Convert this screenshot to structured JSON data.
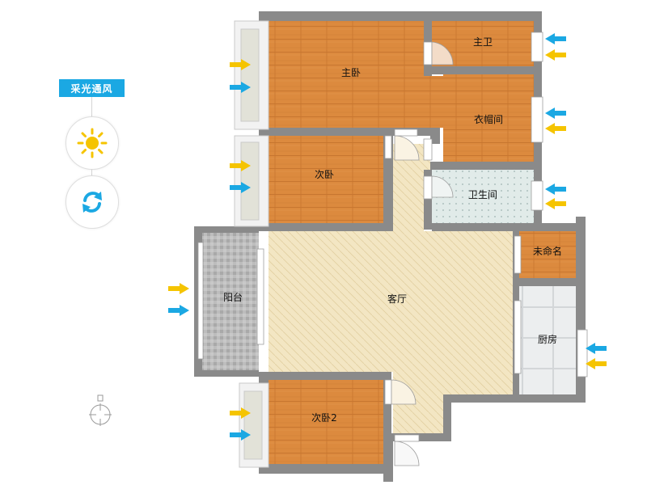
{
  "panel": {
    "title": "采光通风",
    "sun_button_icon": "sun-icon",
    "wind_button_icon": "refresh-icon",
    "compass_icon": "compass-icon"
  },
  "rooms": {
    "master_bedroom": "主卧",
    "master_bath": "主卫",
    "cloakroom": "衣帽间",
    "second_bedroom": "次卧",
    "bathroom": "卫生间",
    "unnamed": "未命名",
    "balcony": "阳台",
    "living_room": "客厅",
    "kitchen": "厨房",
    "second_bedroom_2": "次卧2"
  },
  "colors": {
    "wall": "#8a8a8a",
    "bedroom_floor": "#d9873c",
    "living_floor": "#f3e6c3",
    "bath_floor": "#dfe9e7",
    "balcony_floor": "#b9b9b9",
    "kitchen_floor": "#e9ebec",
    "sun_arrow": "#f5c400",
    "wind_arrow": "#1ba8e3",
    "accent": "#1ba8e3"
  },
  "legend": {
    "sun_arrow_meaning": "light",
    "wind_arrow_meaning": "ventilation"
  }
}
